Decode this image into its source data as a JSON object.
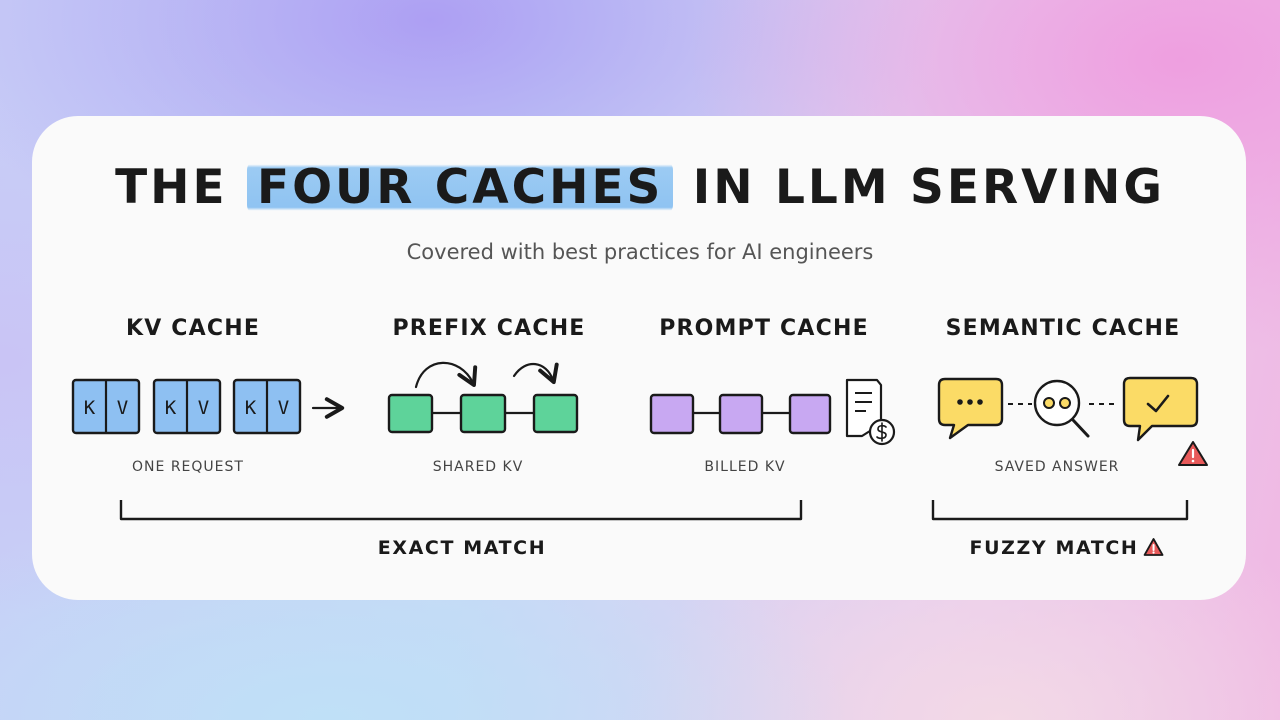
{
  "title": {
    "before": "THE",
    "highlight": "FOUR CACHES",
    "after": "IN LLM SERVING"
  },
  "subtitle": "Covered with best practices for AI engineers",
  "caches": [
    {
      "heading": "KV CACHE",
      "label": "ONE REQUEST",
      "cells": [
        "K",
        "V",
        "K",
        "V",
        "K",
        "V"
      ]
    },
    {
      "heading": "PREFIX CACHE",
      "label": "SHARED KV"
    },
    {
      "heading": "PROMPT CACHE",
      "label": "BILLED KV"
    },
    {
      "heading": "SEMANTIC CACHE",
      "label": "SAVED ANSWER"
    }
  ],
  "groups": {
    "exact": "EXACT MATCH",
    "fuzzy": "FUZZY MATCH"
  },
  "colors": {
    "kv_blue": "#8ec0f2",
    "prefix_green": "#5ed39a",
    "prompt_purple": "#c8a8f2",
    "semantic_yellow": "#fbdb66",
    "warning_red": "#e85a5a",
    "title_highlight": "#8fc3f2"
  },
  "icons": [
    "arrow-right-icon",
    "curved-arrow-icon",
    "receipt-dollar-icon",
    "chat-bubble-dots-icon",
    "magnifier-icon",
    "chat-bubble-check-icon",
    "warning-icon"
  ]
}
